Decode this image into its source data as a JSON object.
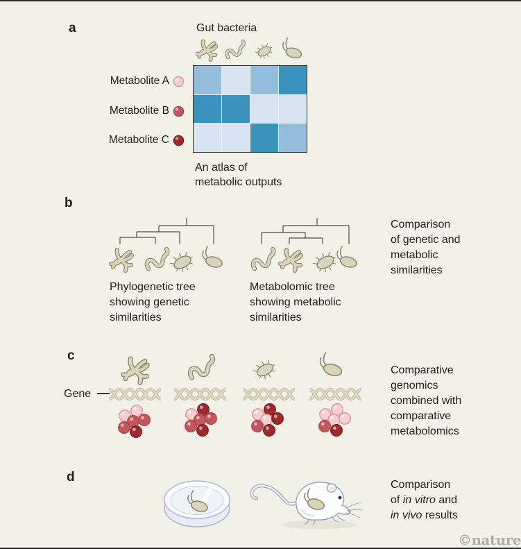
{
  "colors": {
    "background": "#f2f1e8",
    "ink": "#1d1d1b",
    "rule": "#2b2b26",
    "olive_fill": "#d9d5bc",
    "olive_stroke": "#8f8b6f",
    "dna_base": "#c2be9f",
    "dna_light": "#e0dcc7",
    "tree_line": "#4d4d4d",
    "heatmap_border": "#2f2f2f",
    "heatmap_light": "#d7e3f0",
    "heatmap_medium": "#94bddb",
    "heatmap_dark": "#3a93bd",
    "dot_light_fill": "#f6ced2",
    "dot_light_stroke": "#dc9aa0",
    "dot_medium_fill": "#c4565c",
    "dot_medium_stroke": "#a8474d",
    "dot_dark_fill": "#9d2b2e",
    "dot_dark_stroke": "#7c2124",
    "mouse_fill": "#fcfdff",
    "mouse_stroke": "#9aa4bc",
    "dish_stroke": "#aeb8cf",
    "shadow": "#e7e3d6",
    "watermark": "#b3aea5"
  },
  "panel_a": {
    "label": "a",
    "title": "Gut bacteria",
    "bacteria_icons": [
      "branched-bacteria-icon",
      "corkscrew-bacteria-icon",
      "rod-bacteria-icon",
      "flagellate-bacteria-icon"
    ],
    "row_labels": [
      "Metabolite A",
      "Metabolite B",
      "Metabolite C"
    ],
    "row_dot_shades": [
      "light",
      "medium",
      "dark"
    ],
    "heatmap_cells": [
      [
        "medium",
        "light",
        "medium",
        "dark"
      ],
      [
        "dark",
        "dark",
        "light",
        "light"
      ],
      [
        "light",
        "light",
        "dark",
        "medium"
      ]
    ],
    "caption": "An atlas of\nmetabolic outputs"
  },
  "panel_b": {
    "label": "b",
    "left_tree_leaves": [
      "branched-bacteria-icon",
      "corkscrew-bacteria-icon",
      "rod-bacteria-icon",
      "flagellate-bacteria-icon"
    ],
    "right_tree_leaves": [
      "corkscrew-bacteria-icon",
      "branched-bacteria-icon",
      "rod-bacteria-icon",
      "flagellate-bacteria-icon"
    ],
    "left_tree_caption": "Phylogenetic tree\nshowing genetic\nsimilarities",
    "right_tree_caption": "Metabolomic tree\nshowing metabolic\nsimilarities",
    "side_note": "Comparison\nof genetic and\nmetabolic\nsimilarities"
  },
  "panel_c": {
    "label": "c",
    "gene_label": "Gene",
    "columns": [
      {
        "bacteria": "branched-bacteria-icon",
        "dna": "dna-helix-icon",
        "metabolites": [
          "light",
          "light",
          "medium",
          "medium",
          "medium",
          "dark"
        ]
      },
      {
        "bacteria": "corkscrew-bacteria-icon",
        "dna": "dna-helix-icon",
        "metabolites": [
          "light",
          "dark",
          "medium",
          "medium",
          "medium",
          "dark"
        ]
      },
      {
        "bacteria": "rod-bacteria-icon",
        "dna": "dna-helix-icon",
        "metabolites": [
          "light",
          "dark",
          "light",
          "dark",
          "medium",
          "dark"
        ]
      },
      {
        "bacteria": "flagellate-bacteria-icon",
        "dna": "dna-helix-icon",
        "metabolites": [
          "light",
          "light",
          "light",
          "light",
          "medium",
          "dark"
        ]
      }
    ],
    "side_note": "Comparative\ngenomics\ncombined with\ncomparative\nmetabolomics"
  },
  "panel_d": {
    "label": "d",
    "items": [
      "petri-dish-icon",
      "mouse-icon"
    ],
    "note_line1": "Comparison",
    "note_line2_pre": "of ",
    "note_line2_italic": "in vitro",
    "note_line2_post": " and",
    "note_line3_italic": "in vivo",
    "note_line3_post": " results"
  },
  "watermark": "©nature"
}
